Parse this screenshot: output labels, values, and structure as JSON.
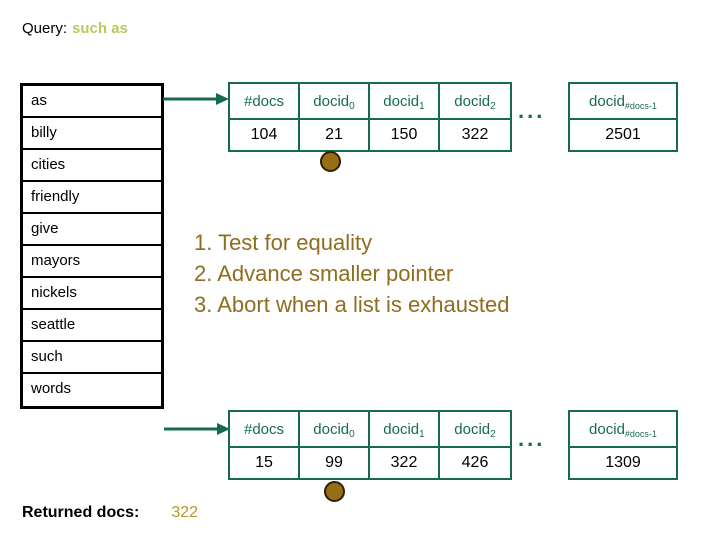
{
  "colors": {
    "green": "#176b4a",
    "instruction_gold": "#8f6d1f",
    "returned_gold": "#b6952e",
    "query_highlight": "#bcc75e",
    "marker_fill": "#966e16"
  },
  "title": {
    "label": "Query:",
    "query_terms": "such as"
  },
  "word_list": {
    "items": [
      "as",
      "billy",
      "cities",
      "friendly",
      "give",
      "mayors",
      "nickels",
      "seattle",
      "such",
      "words"
    ]
  },
  "posting_list_top": {
    "headers": [
      {
        "base": "#docs",
        "sub": ""
      },
      {
        "base": "docid",
        "sub": "0"
      },
      {
        "base": "docid",
        "sub": "1"
      },
      {
        "base": "docid",
        "sub": "2"
      }
    ],
    "values": [
      "104",
      "21",
      "150",
      "322"
    ],
    "ellipsis": "...",
    "last_header": {
      "base": "docid",
      "sub": "#docs-1"
    },
    "last_value": "2501"
  },
  "posting_list_bottom": {
    "headers": [
      {
        "base": "#docs",
        "sub": ""
      },
      {
        "base": "docid",
        "sub": "0"
      },
      {
        "base": "docid",
        "sub": "1"
      },
      {
        "base": "docid",
        "sub": "2"
      }
    ],
    "values": [
      "15",
      "99",
      "322",
      "426"
    ],
    "ellipsis": "...",
    "last_header": {
      "base": "docid",
      "sub": "#docs-1"
    },
    "last_value": "1309"
  },
  "algorithm_steps": [
    "1. Test for equality",
    "2. Advance smaller pointer",
    "3. Abort when a list is exhausted"
  ],
  "returned": {
    "label": "Returned docs:",
    "value": "322"
  }
}
